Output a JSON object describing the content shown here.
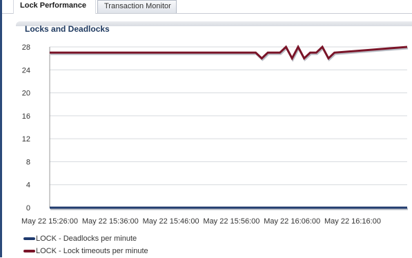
{
  "tabs": [
    {
      "label": "Lock Performance",
      "active": true
    },
    {
      "label": "Transaction Monitor",
      "active": false
    }
  ],
  "section_title": "Locks and Deadlocks",
  "chart_data": {
    "type": "line",
    "title": "Locks and Deadlocks",
    "xlabel": "",
    "ylabel": "",
    "ylim": [
      0,
      28
    ],
    "yticks": [
      0,
      4,
      8,
      12,
      16,
      20,
      24,
      28
    ],
    "xticks": [
      "May 22 15:26:00",
      "May 22 15:36:00",
      "May 22 15:46:00",
      "May 22 15:56:00",
      "May 22 16:06:00",
      "May 22 16:16:00"
    ],
    "xlim": [
      "May 22 15:26:00",
      "May 22 16:25:00"
    ],
    "grid": true,
    "legend_position": "bottom-left",
    "series": [
      {
        "name": "LOCK - Deadlocks per minute",
        "color": "#1f3a6e",
        "points": [
          [
            "May 22 15:26:00",
            0
          ],
          [
            "May 22 16:25:00",
            0
          ]
        ]
      },
      {
        "name": "LOCK - Lock timeouts per minute",
        "color": "#7a1428",
        "points": [
          [
            "May 22 15:26:00",
            27
          ],
          [
            "May 22 15:46:00",
            27
          ],
          [
            "May 22 16:00:00",
            27
          ],
          [
            "May 22 16:01:00",
            26
          ],
          [
            "May 22 16:02:00",
            27
          ],
          [
            "May 22 16:04:00",
            27
          ],
          [
            "May 22 16:05:00",
            28
          ],
          [
            "May 22 16:06:00",
            26
          ],
          [
            "May 22 16:07:00",
            28
          ],
          [
            "May 22 16:08:00",
            26
          ],
          [
            "May 22 16:09:00",
            27
          ],
          [
            "May 22 16:10:00",
            27
          ],
          [
            "May 22 16:11:00",
            28
          ],
          [
            "May 22 16:12:00",
            26
          ],
          [
            "May 22 16:13:00",
            27
          ],
          [
            "May 22 16:25:00",
            28
          ]
        ]
      }
    ]
  }
}
